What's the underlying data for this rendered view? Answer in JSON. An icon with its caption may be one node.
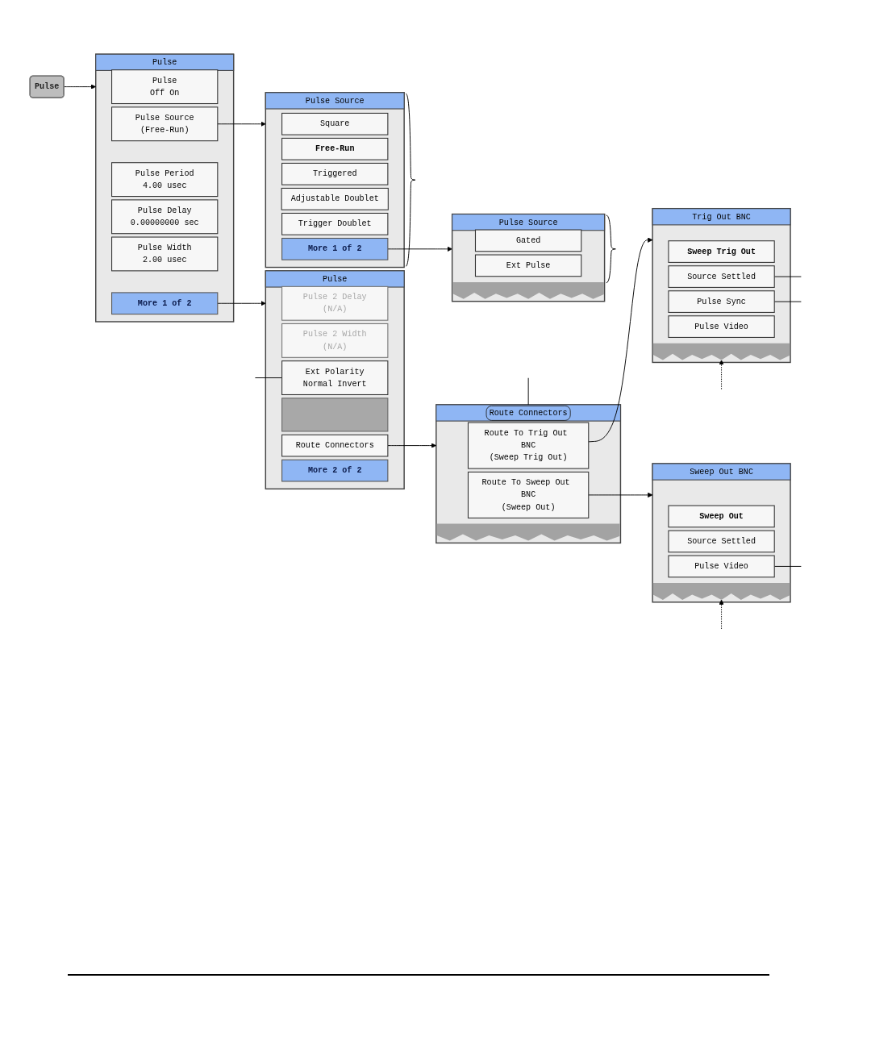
{
  "diagram": {
    "nodes": [
      {
        "text": [
          "Pulse"
        ]
      },
      {
        "text": [
          "Pulse"
        ]
      },
      {
        "text": [
          "Pulse",
          "Off On"
        ],
        "in": 1
      },
      {
        "text": [
          "Pulse Source",
          "(Free-Run)"
        ],
        "in": 1
      },
      {
        "text": [
          "Pulse Period",
          "4.00 usec"
        ],
        "in": 1
      },
      {
        "text": [
          "Pulse Delay",
          "0.00000000 sec"
        ],
        "in": 1
      },
      {
        "text": [
          "Pulse Width",
          "2.00 usec"
        ],
        "in": 1
      },
      {
        "text": [
          "More 1 of 2"
        ],
        "in": 1
      },
      {
        "text": [
          "Pulse"
        ]
      },
      {
        "text": [
          "Pulse 2 Delay",
          "(N/A)"
        ],
        "in": 8
      },
      {
        "text": [
          "Pulse 2 Width",
          "(N/A)"
        ],
        "in": 8
      },
      {
        "text": [
          "Ext Polarity",
          "Normal Invert"
        ],
        "in": 8
      },
      {
        "text": [],
        "shape": "box",
        "in": 8
      },
      {
        "text": [
          "Route Connectors"
        ],
        "in": 8
      },
      {
        "text": [
          "More 2 of 2"
        ],
        "in": 8
      },
      {
        "text": [
          "Pulse Source"
        ]
      },
      {
        "text": [
          "Square"
        ],
        "in": 15
      },
      {
        "text": [
          "Free-Run"
        ],
        "in": 15
      },
      {
        "text": [
          "Triggered"
        ],
        "in": 15
      },
      {
        "text": [
          "Adjustable Doublet"
        ],
        "in": 15
      },
      {
        "text": [
          "Trigger Doublet"
        ],
        "in": 15
      },
      {
        "text": [
          "More 1 of 2"
        ],
        "in": 15
      },
      {
        "text": [
          "Pulse Source"
        ]
      },
      {
        "text": [
          "Gated"
        ],
        "in": 22
      },
      {
        "text": [
          "Ext Pulse"
        ],
        "in": 22
      },
      {
        "text": [
          "Route Connectors"
        ]
      },
      {
        "text": [
          "Route To Trig Out BNC",
          "(Sweep Trig Out)"
        ],
        "in": 25
      },
      {
        "text": [
          "Route To Sweep Out BNC",
          "(Sweep Out)"
        ],
        "in": 25
      },
      {
        "text": [
          "Trig Out BNC"
        ]
      },
      {
        "text": [
          "Sweep Trig Out"
        ],
        "in": 28
      },
      {
        "text": [
          "Source Settled"
        ],
        "in": 28
      },
      {
        "text": [
          "Pulse Sync"
        ],
        "in": 28
      },
      {
        "text": [
          "Pulse Video"
        ],
        "in": 28
      },
      {
        "text": [
          "Sweep Out BNC"
        ]
      },
      {
        "text": [
          "Sweep Out"
        ],
        "in": 33
      },
      {
        "text": [
          "Source Settled"
        ],
        "in": 33
      },
      {
        "text": [
          "Pulse Video"
        ],
        "in": 33
      }
    ],
    "edges": [
      {
        "from": 0,
        "to": 1,
        "arrow": "to"
      },
      {
        "from": 3,
        "to": 15,
        "arrow": "to"
      },
      {
        "from": 7,
        "to": 8,
        "arrow": "to"
      },
      {
        "from": 21,
        "to": 22,
        "arrow": "to"
      },
      {
        "from": 13,
        "to": 25,
        "arrow": "to"
      },
      {
        "from": 26,
        "to": 28,
        "arrow": "to"
      },
      {
        "from": 27,
        "to": 33,
        "arrow": "to"
      },
      {
        "from": null,
        "to": 11,
        "arrow": "none"
      },
      {
        "from": null,
        "to": 25,
        "arrow": "none"
      },
      {
        "from": null,
        "to": 30,
        "arrow": "none"
      },
      {
        "from": null,
        "to": 31,
        "arrow": "none"
      },
      {
        "from": null,
        "to": 36,
        "arrow": "none"
      },
      {
        "from": null,
        "to": 28,
        "arrow": "to",
        "style": "dashed"
      },
      {
        "from": null,
        "to": 33,
        "arrow": "to",
        "style": "dashed"
      }
    ]
  }
}
